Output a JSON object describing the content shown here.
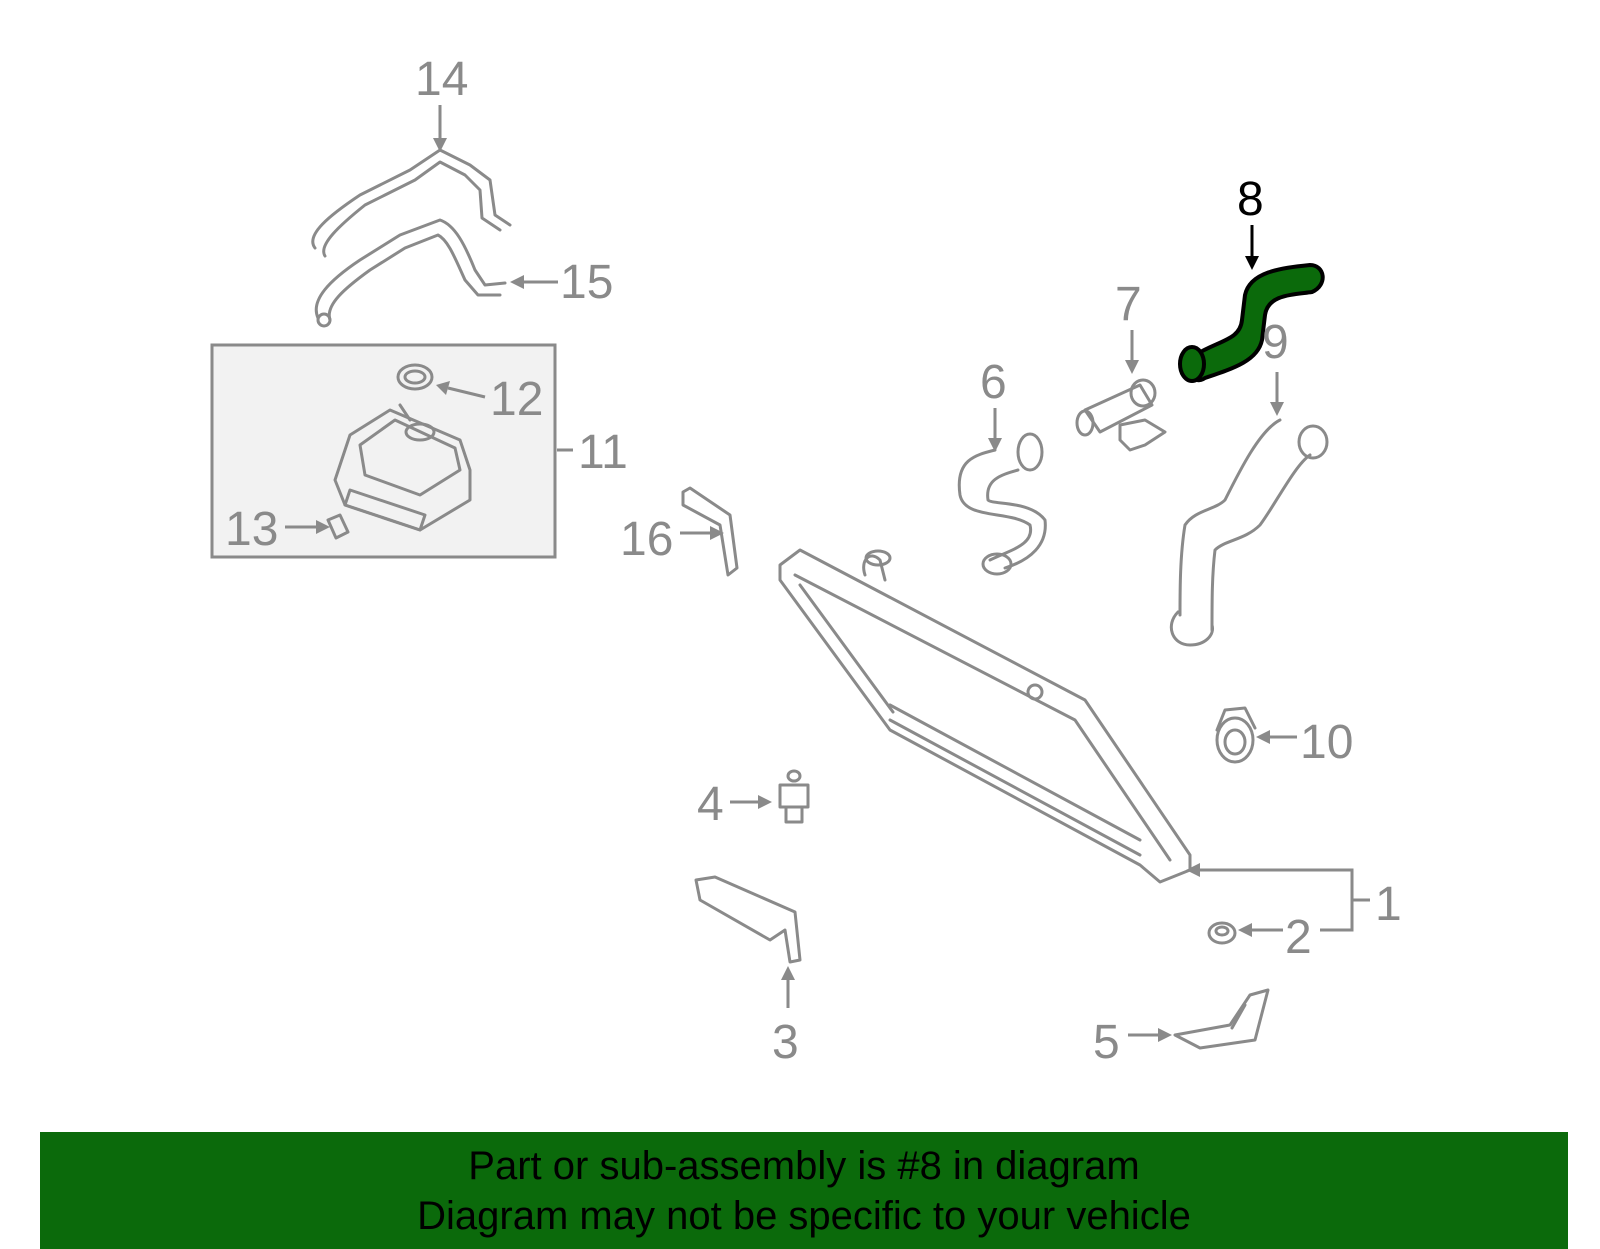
{
  "callouts": {
    "c1": "1",
    "c2": "2",
    "c3": "3",
    "c4": "4",
    "c5": "5",
    "c6": "6",
    "c7": "7",
    "c8": "8",
    "c9": "9",
    "c10": "10",
    "c11": "11",
    "c12": "12",
    "c13": "13",
    "c14": "14",
    "c15": "15",
    "c16": "16"
  },
  "highlight": {
    "part_number": "8",
    "color": "#0b6a0b",
    "outline": "#000000"
  },
  "colors": {
    "line": "#8a8a8a",
    "banner": "#0b6a0b",
    "inset_fill": "#f2f2f2"
  },
  "banner": {
    "line1": "Part or sub-assembly is #8 in diagram",
    "line2": "Diagram may not be specific to your vehicle"
  }
}
